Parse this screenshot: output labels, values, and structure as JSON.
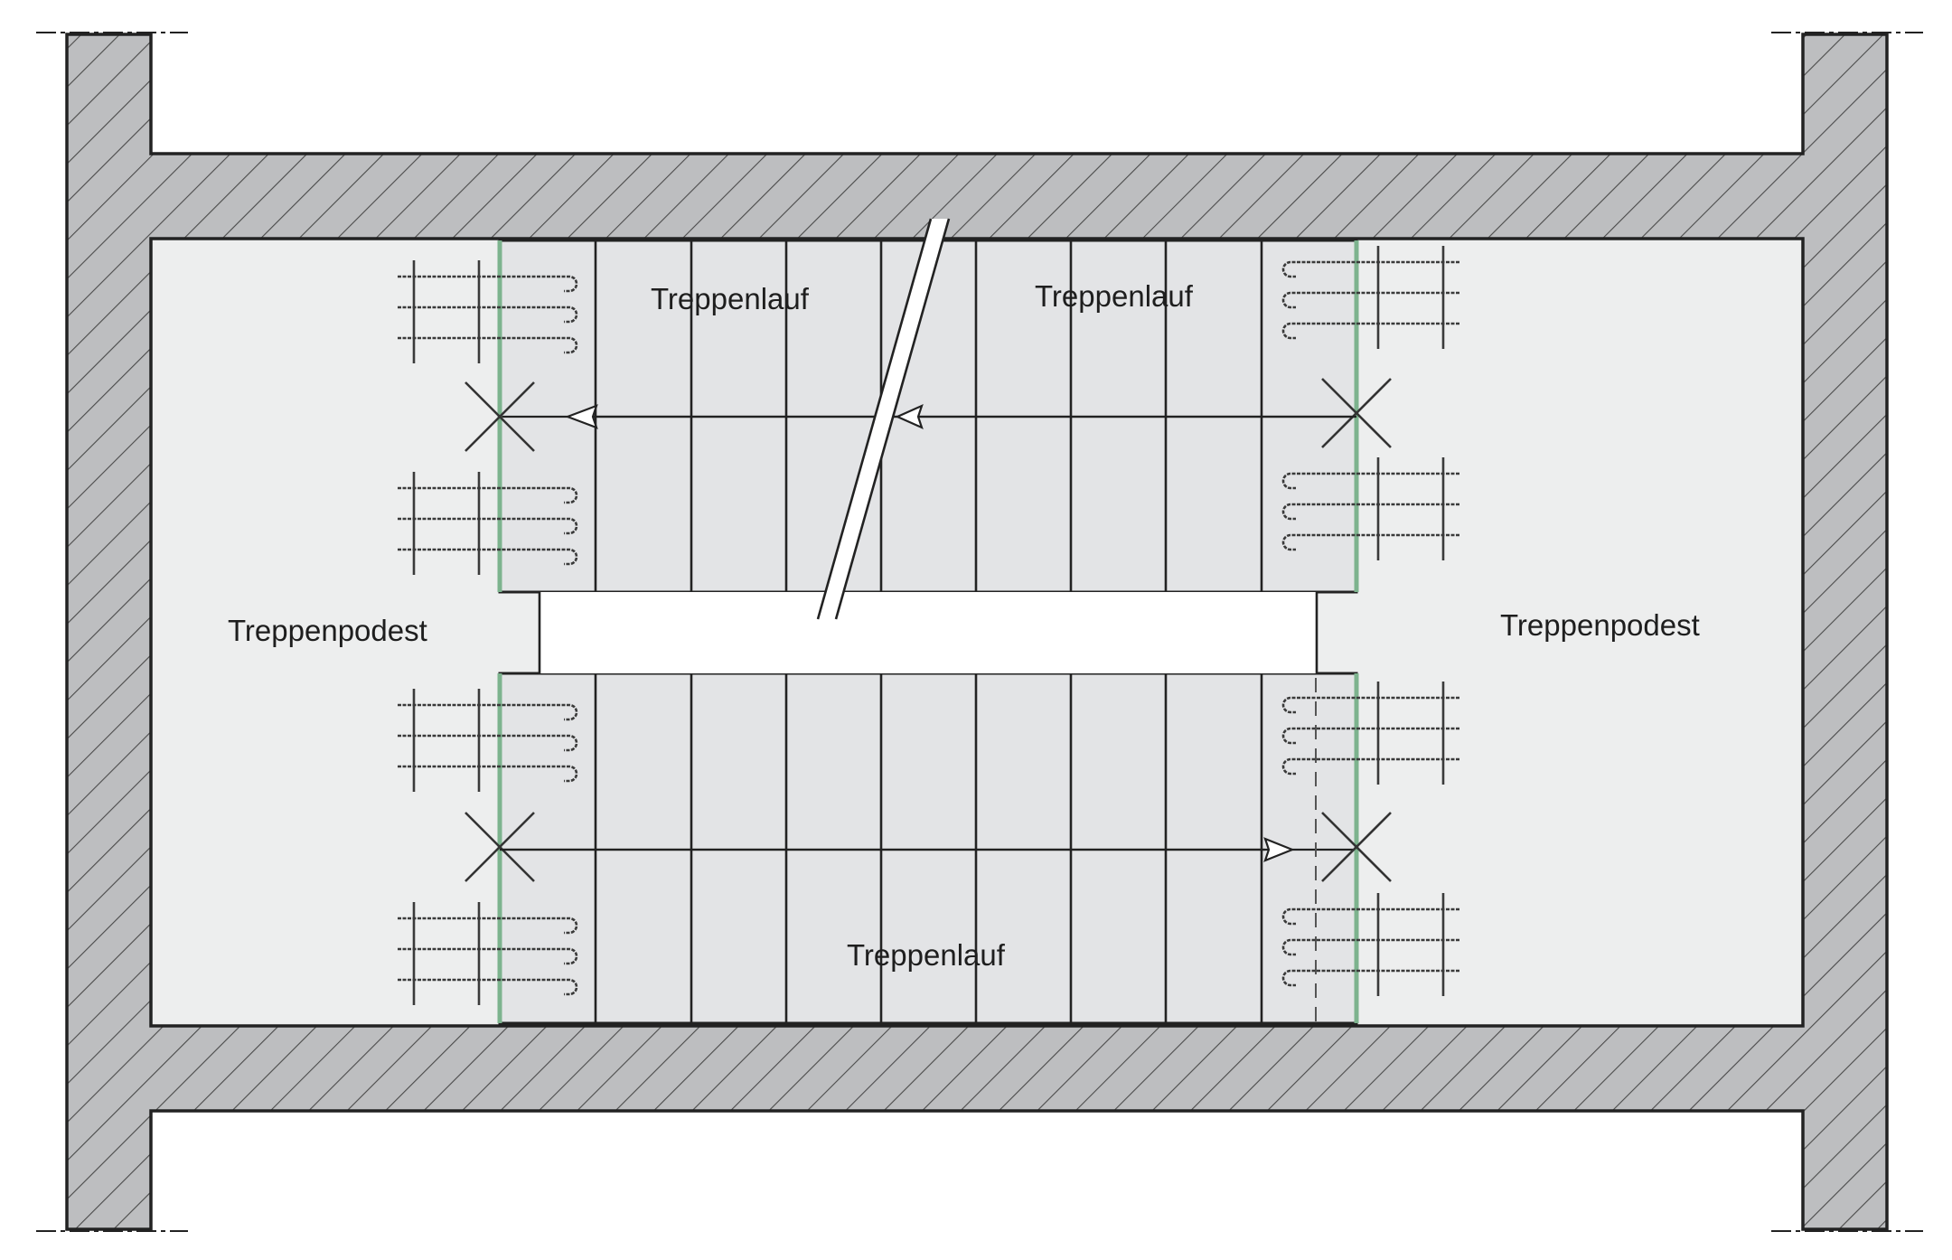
{
  "labels": {
    "landing_left": "Treppenpodest",
    "landing_right": "Treppenpodest",
    "flight_upper_left": "Treppenlauf",
    "flight_upper_right": "Treppenlauf",
    "flight_lower": "Treppenlauf"
  },
  "colors": {
    "wall_fill": "#bdbec0",
    "hatch": "#4a4a4a",
    "interior": "#edeeee",
    "stair_fill": "#e3e4e6",
    "line": "#222222",
    "bearing": "#7db38e",
    "background": "#ffffff"
  },
  "icons": [
    "bearing-cross-icon",
    "reinforcement-bar-icon",
    "walking-direction-arrow-icon",
    "break-line-icon"
  ]
}
